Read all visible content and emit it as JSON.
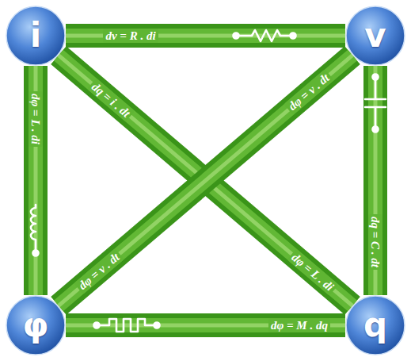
{
  "diagram": {
    "nodes": [
      {
        "text": [
          "i"
        ]
      },
      {
        "text": [
          "v"
        ]
      },
      {
        "text": [
          "φ"
        ]
      },
      {
        "text": [
          "q"
        ]
      }
    ],
    "edges": [
      {
        "from": 0,
        "to": 1,
        "arrow": "none",
        "label": "dv = R . di"
      },
      {
        "from": 0,
        "to": 2,
        "arrow": "none",
        "label": "dφ = L . di"
      },
      {
        "from": 1,
        "to": 3,
        "arrow": "none",
        "label": "dq = C . dt"
      },
      {
        "from": 2,
        "to": 3,
        "arrow": "none",
        "label": "dφ = M . dq"
      },
      {
        "from": 0,
        "to": 3,
        "arrow": "none",
        "label": "dq = i . dt"
      },
      {
        "from": 2,
        "to": 1,
        "arrow": "none",
        "label": "dφ = v . dt"
      }
    ],
    "labels": [
      "dφ = v . dt",
      "dφ = L . di"
    ]
  }
}
